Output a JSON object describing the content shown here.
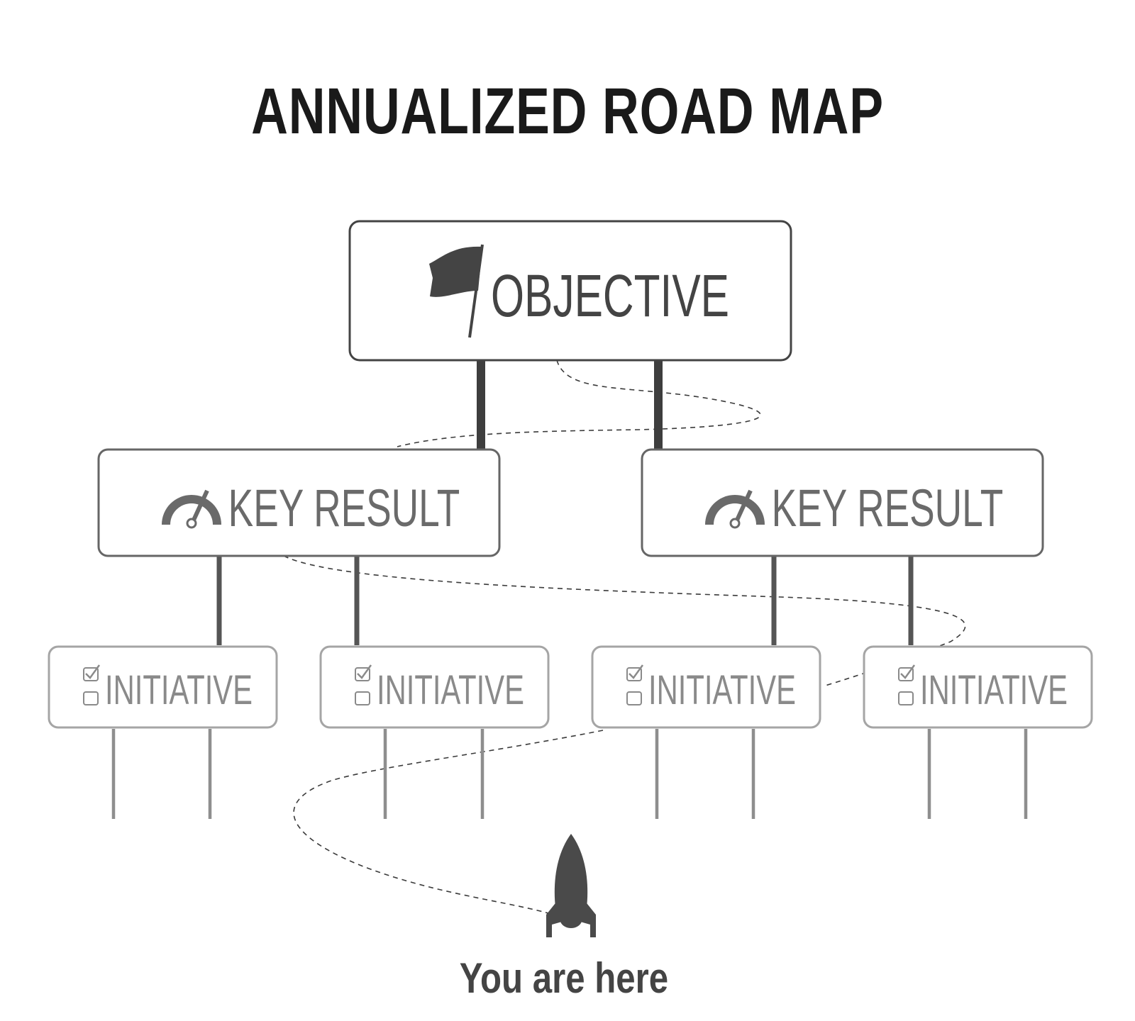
{
  "title": "ANNUALIZED ROAD MAP",
  "objective": {
    "label": "OBJECTIVE",
    "icon": "flag-icon"
  },
  "key_results": [
    {
      "label": "KEY RESULT",
      "icon": "gauge-icon"
    },
    {
      "label": "KEY RESULT",
      "icon": "gauge-icon"
    }
  ],
  "initiatives": [
    {
      "label": "INITIATIVE",
      "icon": "checklist-icon"
    },
    {
      "label": "INITIATIVE",
      "icon": "checklist-icon"
    },
    {
      "label": "INITIATIVE",
      "icon": "checklist-icon"
    },
    {
      "label": "INITIATIVE",
      "icon": "checklist-icon"
    }
  ],
  "you_are_here": {
    "label": "You are here",
    "icon": "rocket-icon"
  },
  "colors": {
    "title": "#1a1a1a",
    "objective": "#444444",
    "key_result": "#6a6a6a",
    "initiative": "#8a8a8a",
    "initiative_border": "#a5a5a5",
    "rocket": "#4a4a4a"
  }
}
